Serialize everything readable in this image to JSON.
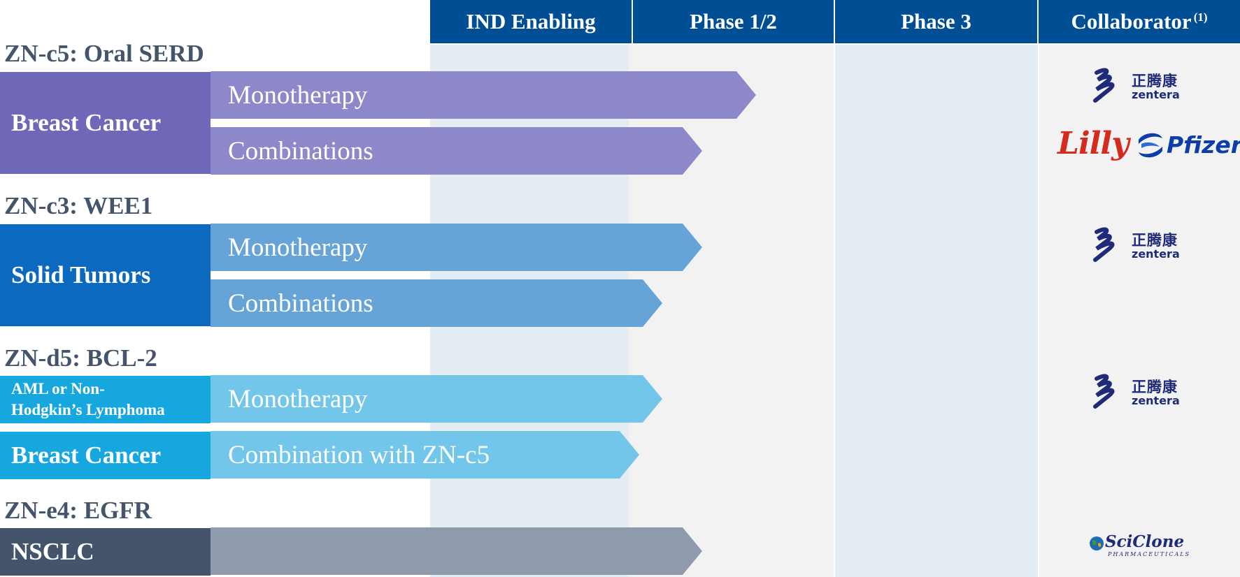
{
  "columns": [
    {
      "label": "IND Enabling"
    },
    {
      "label": "Phase 1/2"
    },
    {
      "label": "Phase 3"
    },
    {
      "label": "Collaborator",
      "superscript": "(1)"
    }
  ],
  "colors": {
    "header_bg": "#004f95",
    "ind_column_bg": "#e4edf4",
    "phase_column_bg": "#f2f2f2",
    "section_title": "#44546a",
    "znc5_box": "#6f67b7",
    "znc5_arrow": "#8c88c9",
    "znc3_box": "#0b69c0",
    "znc3_arrow": "#66a4d7",
    "znd5_box": "#17a7df",
    "znd5_arrow": "#71c6ea",
    "zne4_box": "#44546a",
    "zne4_arrow": "#8f9aad"
  },
  "sections": [
    {
      "title": "ZN-c5:  Oral SERD",
      "indications": [
        {
          "label": "Breast Cancer",
          "programs": [
            "Monotherapy",
            "Combinations"
          ]
        }
      ],
      "collaborators": [
        "zentera-logo",
        "lilly-logo",
        "pfizer-logo"
      ]
    },
    {
      "title": "ZN-c3:  WEE1",
      "indications": [
        {
          "label": "Solid Tumors",
          "programs": [
            "Monotherapy",
            "Combinations"
          ]
        }
      ],
      "collaborators": [
        "zentera-logo"
      ]
    },
    {
      "title": "ZN-d5:  BCL-2",
      "indications": [
        {
          "label_line1": "AML or Non-",
          "label_line2": "Hodgkin’s Lymphoma",
          "programs": [
            "Monotherapy"
          ]
        },
        {
          "label": "Breast Cancer",
          "programs": [
            "Combination with ZN-c5"
          ]
        }
      ],
      "collaborators": [
        "zentera-logo"
      ]
    },
    {
      "title": "ZN-e4:  EGFR",
      "indications": [
        {
          "label": "NSCLC",
          "programs": [
            ""
          ]
        }
      ],
      "collaborators": [
        "sciclone-logo"
      ]
    }
  ],
  "logos": {
    "zentera_cn": "正腾康",
    "zentera_en": "zentera",
    "lilly": "Lilly",
    "pfizer": "Pfizer",
    "sciclone": "SciClone",
    "sciclone_sub": "PHARMACEUTICALS"
  }
}
